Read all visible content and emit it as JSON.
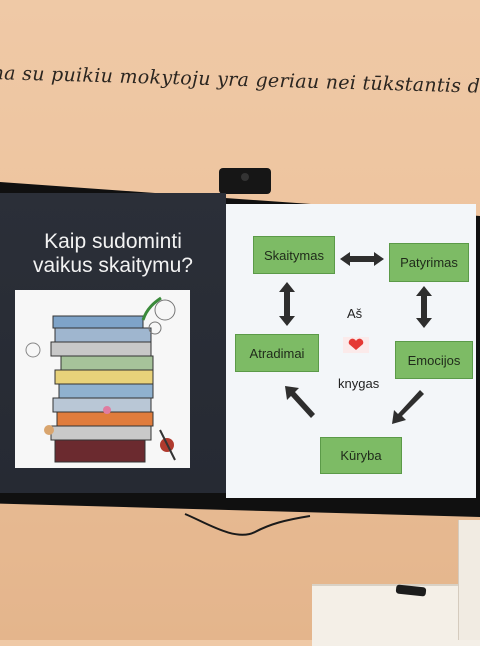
{
  "wall": {
    "quote": "na su puikiu mokytoju yra geriau nei tūkstantis di"
  },
  "slide": {
    "title_line1": "Kaip sudominti",
    "title_line2": "vaikus skaitymu?",
    "diagram": {
      "top_left": "Skaitymas",
      "top_right": "Patyrimas",
      "mid_left": "Atradimai",
      "mid_right": "Emocijos",
      "bottom": "Kūryba",
      "center_top": "Aš",
      "center_bottom": "knygas",
      "box_color": "#7dbb65",
      "heart_color": "#e53935"
    }
  }
}
